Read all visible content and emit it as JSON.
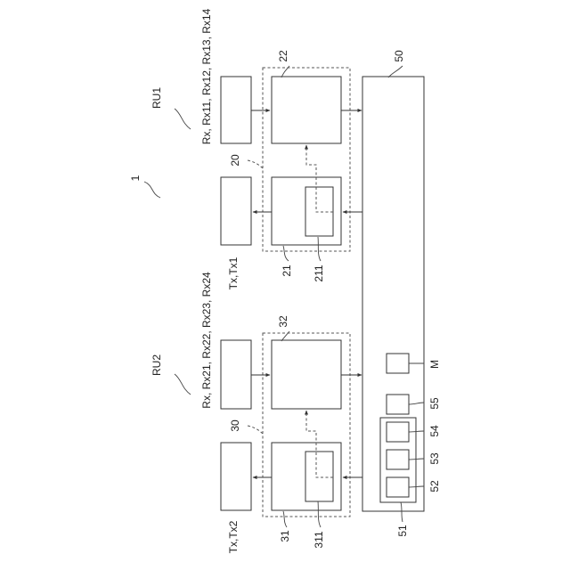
{
  "labels": {
    "system": "1",
    "ru1": "RU1",
    "ru2": "RU2",
    "rx_ru1": "Rx, Rx11, Rx12, Rx13, Rx14",
    "rx_ru2": "Rx, Rx21, Rx22, Rx23, Rx24",
    "tx_ru1": "Tx,Tx1",
    "tx_ru2": "Tx,Tx2",
    "unit_20": "20",
    "unit_21": "21",
    "unit_22": "22",
    "unit_211": "211",
    "unit_30": "30",
    "unit_31": "31",
    "unit_32": "32",
    "unit_311": "311",
    "unit_50": "50",
    "unit_51": "51",
    "unit_52": "52",
    "unit_53": "53",
    "unit_54": "54",
    "unit_55": "55",
    "unit_m": "M"
  }
}
